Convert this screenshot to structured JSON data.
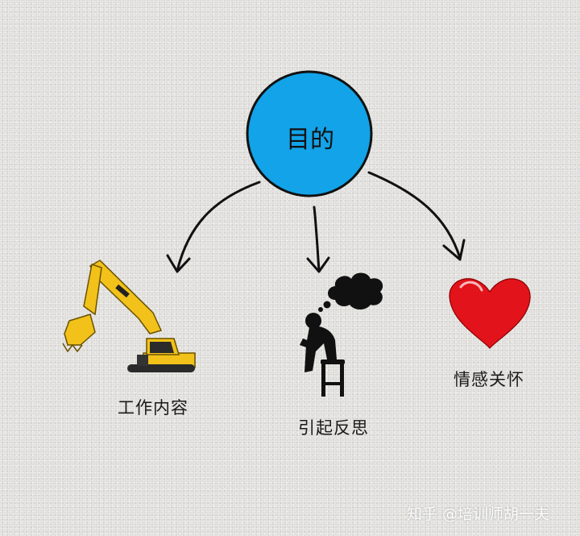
{
  "center": {
    "label": "目的",
    "color": "#12a3e8"
  },
  "branches": [
    {
      "label": "工作内容",
      "icon": "excavator-icon"
    },
    {
      "label": "引起反思",
      "icon": "thinking-person-icon"
    },
    {
      "label": "情感关怀",
      "icon": "heart-icon"
    }
  ],
  "watermark": "知乎 @培训师胡一夫",
  "colors": {
    "excavator": "#f2c21a",
    "heart": "#e3131b",
    "arrow": "#111111"
  }
}
